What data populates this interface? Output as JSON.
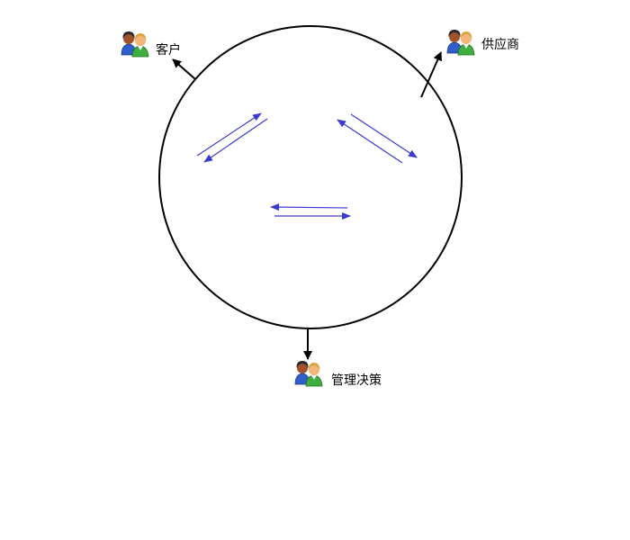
{
  "nodes": [
    {
      "id": "customer",
      "label": "客户",
      "icon": "people-icon"
    },
    {
      "id": "supplier",
      "label": "供应商",
      "icon": "people-icon"
    },
    {
      "id": "management",
      "label": "管理决策",
      "icon": "people-icon"
    }
  ],
  "colors": {
    "circle_stroke": "#000000",
    "connector": "#000000",
    "flow_arrows": "#3a3acd",
    "person_dark_hair": "#2b2b2b",
    "person_dark_skin": "#a0522d",
    "person_dark_shirt": "#2f5fc8",
    "person_light_hair": "#d9a441",
    "person_light_skin": "#f2b57a",
    "person_light_shirt": "#3fae3f"
  }
}
